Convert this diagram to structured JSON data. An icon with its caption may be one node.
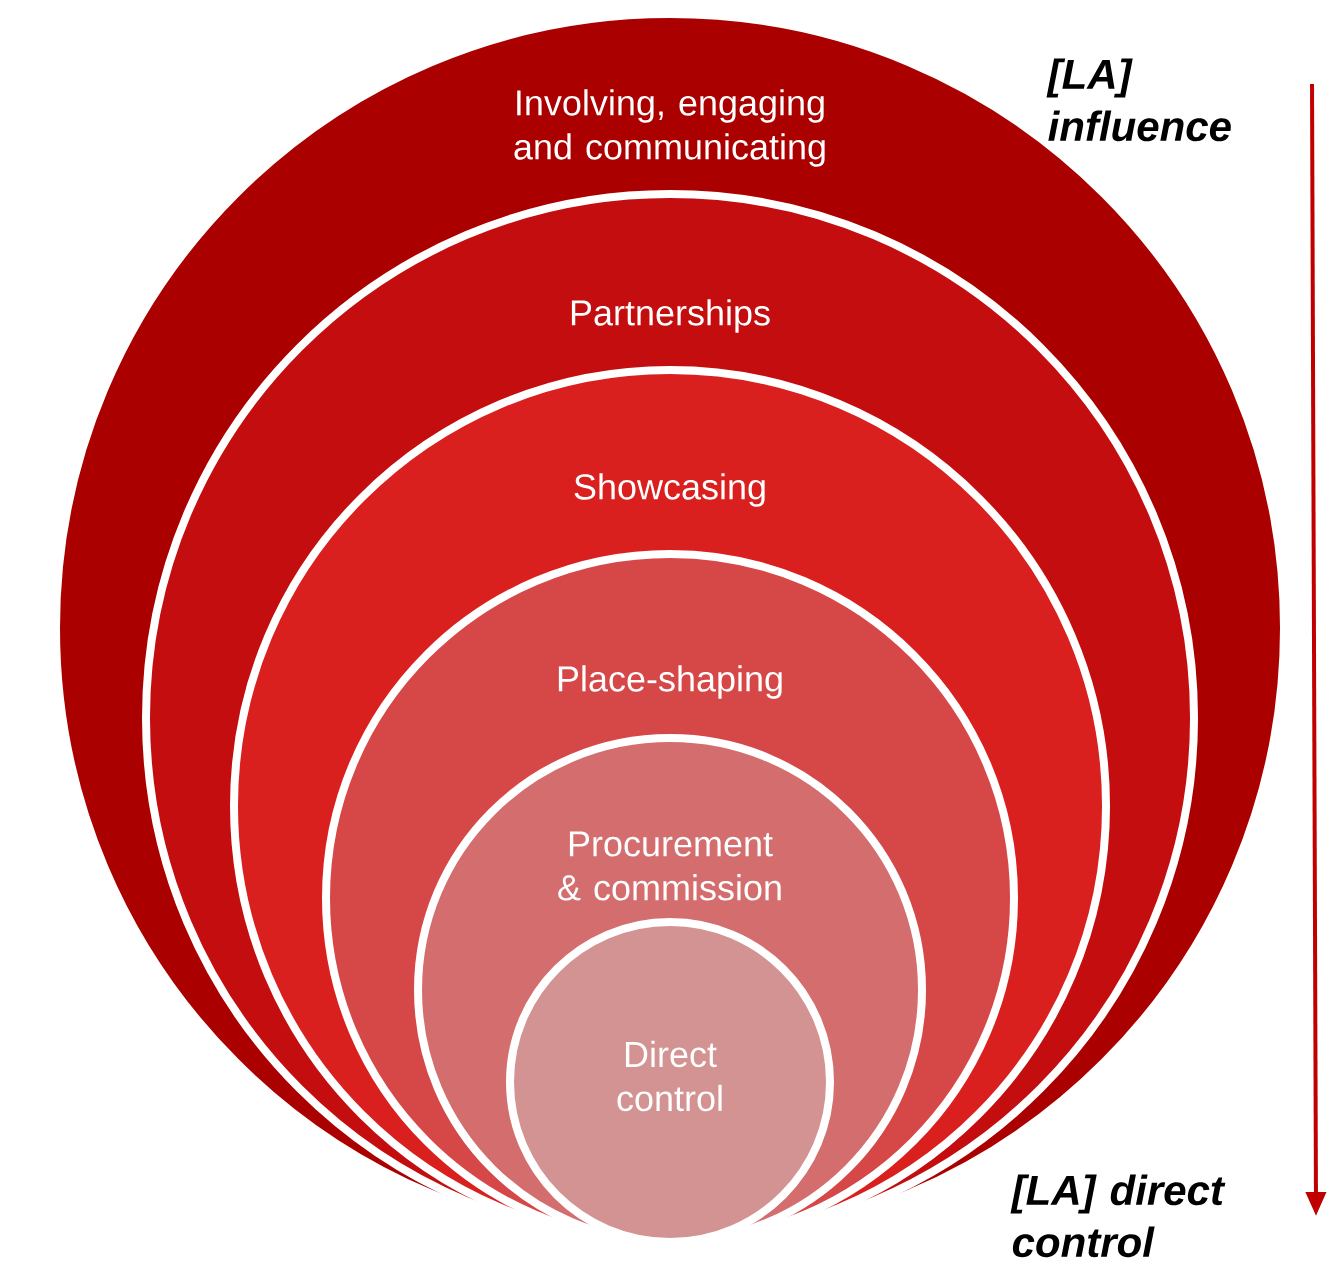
{
  "diagram": {
    "nodes": [
      {
        "text": [
          "Involving, engaging and communicating"
        ]
      },
      {
        "text": [
          "Partnerships"
        ],
        "in": 0
      },
      {
        "text": [
          "Showcasing"
        ],
        "in": 1
      },
      {
        "text": [
          "Place-shaping"
        ],
        "in": 2
      },
      {
        "text": [
          "Procurement & commission"
        ],
        "in": 3
      },
      {
        "text": [
          "Direct control"
        ],
        "in": 4
      },
      {
        "text": [
          "[LA] influence"
        ]
      },
      {
        "text": [
          "[LA] direct control"
        ]
      }
    ],
    "edges": [
      {
        "from": 6,
        "to": 7,
        "arrow": "to"
      }
    ]
  }
}
